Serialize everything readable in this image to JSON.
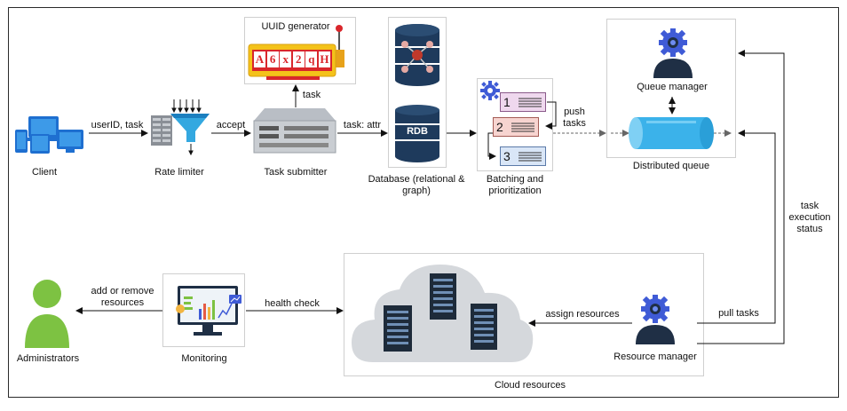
{
  "nodes": {
    "client": "Client",
    "rate_limiter": "Rate limiter",
    "uuid_generator": "UUID generator",
    "uuid_sample": [
      "A",
      "6",
      "x",
      "2",
      "q",
      "H"
    ],
    "task_submitter": "Task submitter",
    "database": "Database (relational & graph)",
    "rdb": "RDB",
    "batching": "Batching and prioritization",
    "batch_numbers": [
      "1",
      "2",
      "3"
    ],
    "queue_manager": "Queue manager",
    "distributed_queue": "Distributed queue",
    "administrators": "Administrators",
    "monitoring": "Monitoring",
    "cloud_resources": "Cloud resources",
    "resource_manager": "Resource manager"
  },
  "edges": {
    "client_to_limiter": "userID, task",
    "limiter_to_submitter": "accept",
    "submitter_to_uuid": "task",
    "submitter_to_db": "task: attr",
    "batch_to_queue": "push tasks",
    "status": "task execution status",
    "monitoring_to_admin": "add or remove resources",
    "monitoring_to_cloud": "health check",
    "manager_to_cloud": "assign resources",
    "manager_pull": "pull tasks"
  },
  "colors": {
    "gear": "#3f5bd6",
    "person_dark": "#1f2f45",
    "admin_green": "#7dc242",
    "db_dark": "#1e3a5c",
    "queue_blue": "#3bb2ea",
    "uuid_yellow": "#f4c21a",
    "uuid_red": "#d9262b",
    "funnel": "#34a8e0"
  }
}
